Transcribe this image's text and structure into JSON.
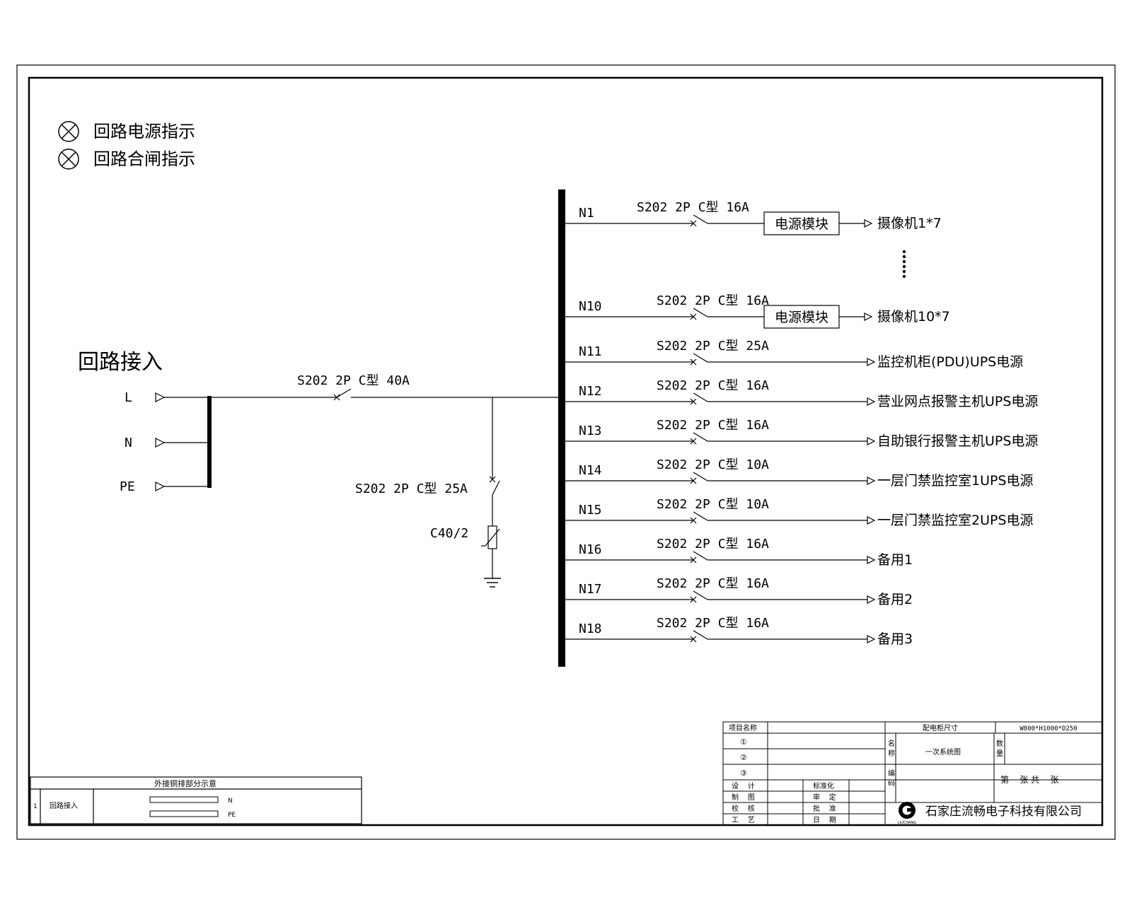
{
  "legend": [
    {
      "label": "回路电源指示"
    },
    {
      "label": "回路合闸指示"
    }
  ],
  "input": {
    "title": "回路接入",
    "terminals": [
      "L",
      "N",
      "PE"
    ],
    "main_breaker": "S202 2P C型 40A",
    "spd_breaker": "S202 2P C型 25A",
    "spd": "C40/2"
  },
  "ellipsis": "⋮",
  "circuits": [
    {
      "id": "N1",
      "breaker": "S202 2P C型 16A",
      "module": "电源模块",
      "load": "摄像机1*7"
    },
    {
      "id": "N10",
      "breaker": "S202 2P C型 16A",
      "module": "电源模块",
      "load": "摄像机10*7"
    },
    {
      "id": "N11",
      "breaker": "S202 2P C型 25A",
      "load": "监控机柜(PDU)UPS电源"
    },
    {
      "id": "N12",
      "breaker": "S202 2P C型 16A",
      "load": "营业网点报警主机UPS电源"
    },
    {
      "id": "N13",
      "breaker": "S202 2P C型 16A",
      "load": "自助银行报警主机UPS电源"
    },
    {
      "id": "N14",
      "breaker": "S202 2P C型 10A",
      "load": "一层门禁监控室1UPS电源"
    },
    {
      "id": "N15",
      "breaker": "S202 2P C型 10A",
      "load": "一层门禁监控室2UPS电源"
    },
    {
      "id": "N16",
      "breaker": "S202 2P C型 16A",
      "load": "备用1"
    },
    {
      "id": "N17",
      "breaker": "S202 2P C型 16A",
      "load": "备用2"
    },
    {
      "id": "N18",
      "breaker": "S202 2P C型 16A",
      "load": "备用3"
    }
  ],
  "busbar_table": {
    "title": "外接铜排部分示意",
    "row_no": "1",
    "row_label": "回路接入",
    "bars": [
      "N",
      "PE"
    ]
  },
  "title_block": {
    "project_name": "项目名称",
    "rev1": "①",
    "rev2": "②",
    "rev3": "③",
    "cabinet_size_label": "配电柜尺寸",
    "cabinet_size": "W800*H1000*D250",
    "name_label": "名称",
    "drawing_name": "一次系统图",
    "qty_label": "数量",
    "code_label": "编码",
    "sheet": "第    张 共    张",
    "design": "设    计",
    "standardize": "标准化",
    "draw": "制    图",
    "review": "审    定",
    "check": "校    核",
    "approve": "批    准",
    "craft": "工    艺",
    "date": "日    期",
    "company": "石家庄流畅电子科技有限公司",
    "logo_text": "LIUCHANG"
  }
}
